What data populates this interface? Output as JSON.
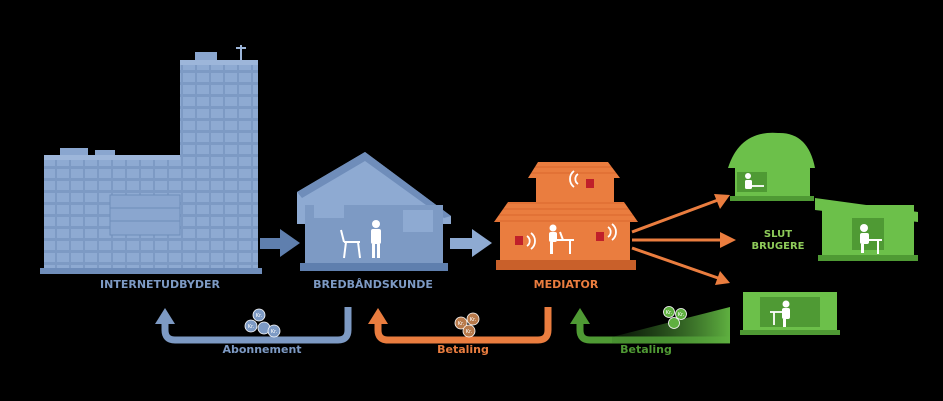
{
  "labels": {
    "isp": "INTERNETUDBYDER",
    "customer": "BREDBÅNDSKUNDE",
    "mediator": "MEDIATOR",
    "end_users_line1": "SLUT",
    "end_users_line2": "BRUGERE"
  },
  "flows": {
    "subscription": "Abonnement",
    "payment_customer": "Betaling",
    "payment_end_users": "Betaling"
  },
  "coin_text": "Kr.",
  "colors": {
    "background": "#000000",
    "blue": "#7d9ac4",
    "blue_dark": "#5f7fae",
    "orange": "#ea7d3f",
    "orange_dark": "#c9602a",
    "green": "#6cc04a",
    "green_dark": "#4f9a34",
    "coin": "#b87a4b"
  },
  "icons": [
    "office-building-icon",
    "house-icon",
    "person-icon",
    "chair-icon",
    "table-icon",
    "wifi-signal-icon",
    "router-icon",
    "coin-icon",
    "arrow-icon"
  ]
}
